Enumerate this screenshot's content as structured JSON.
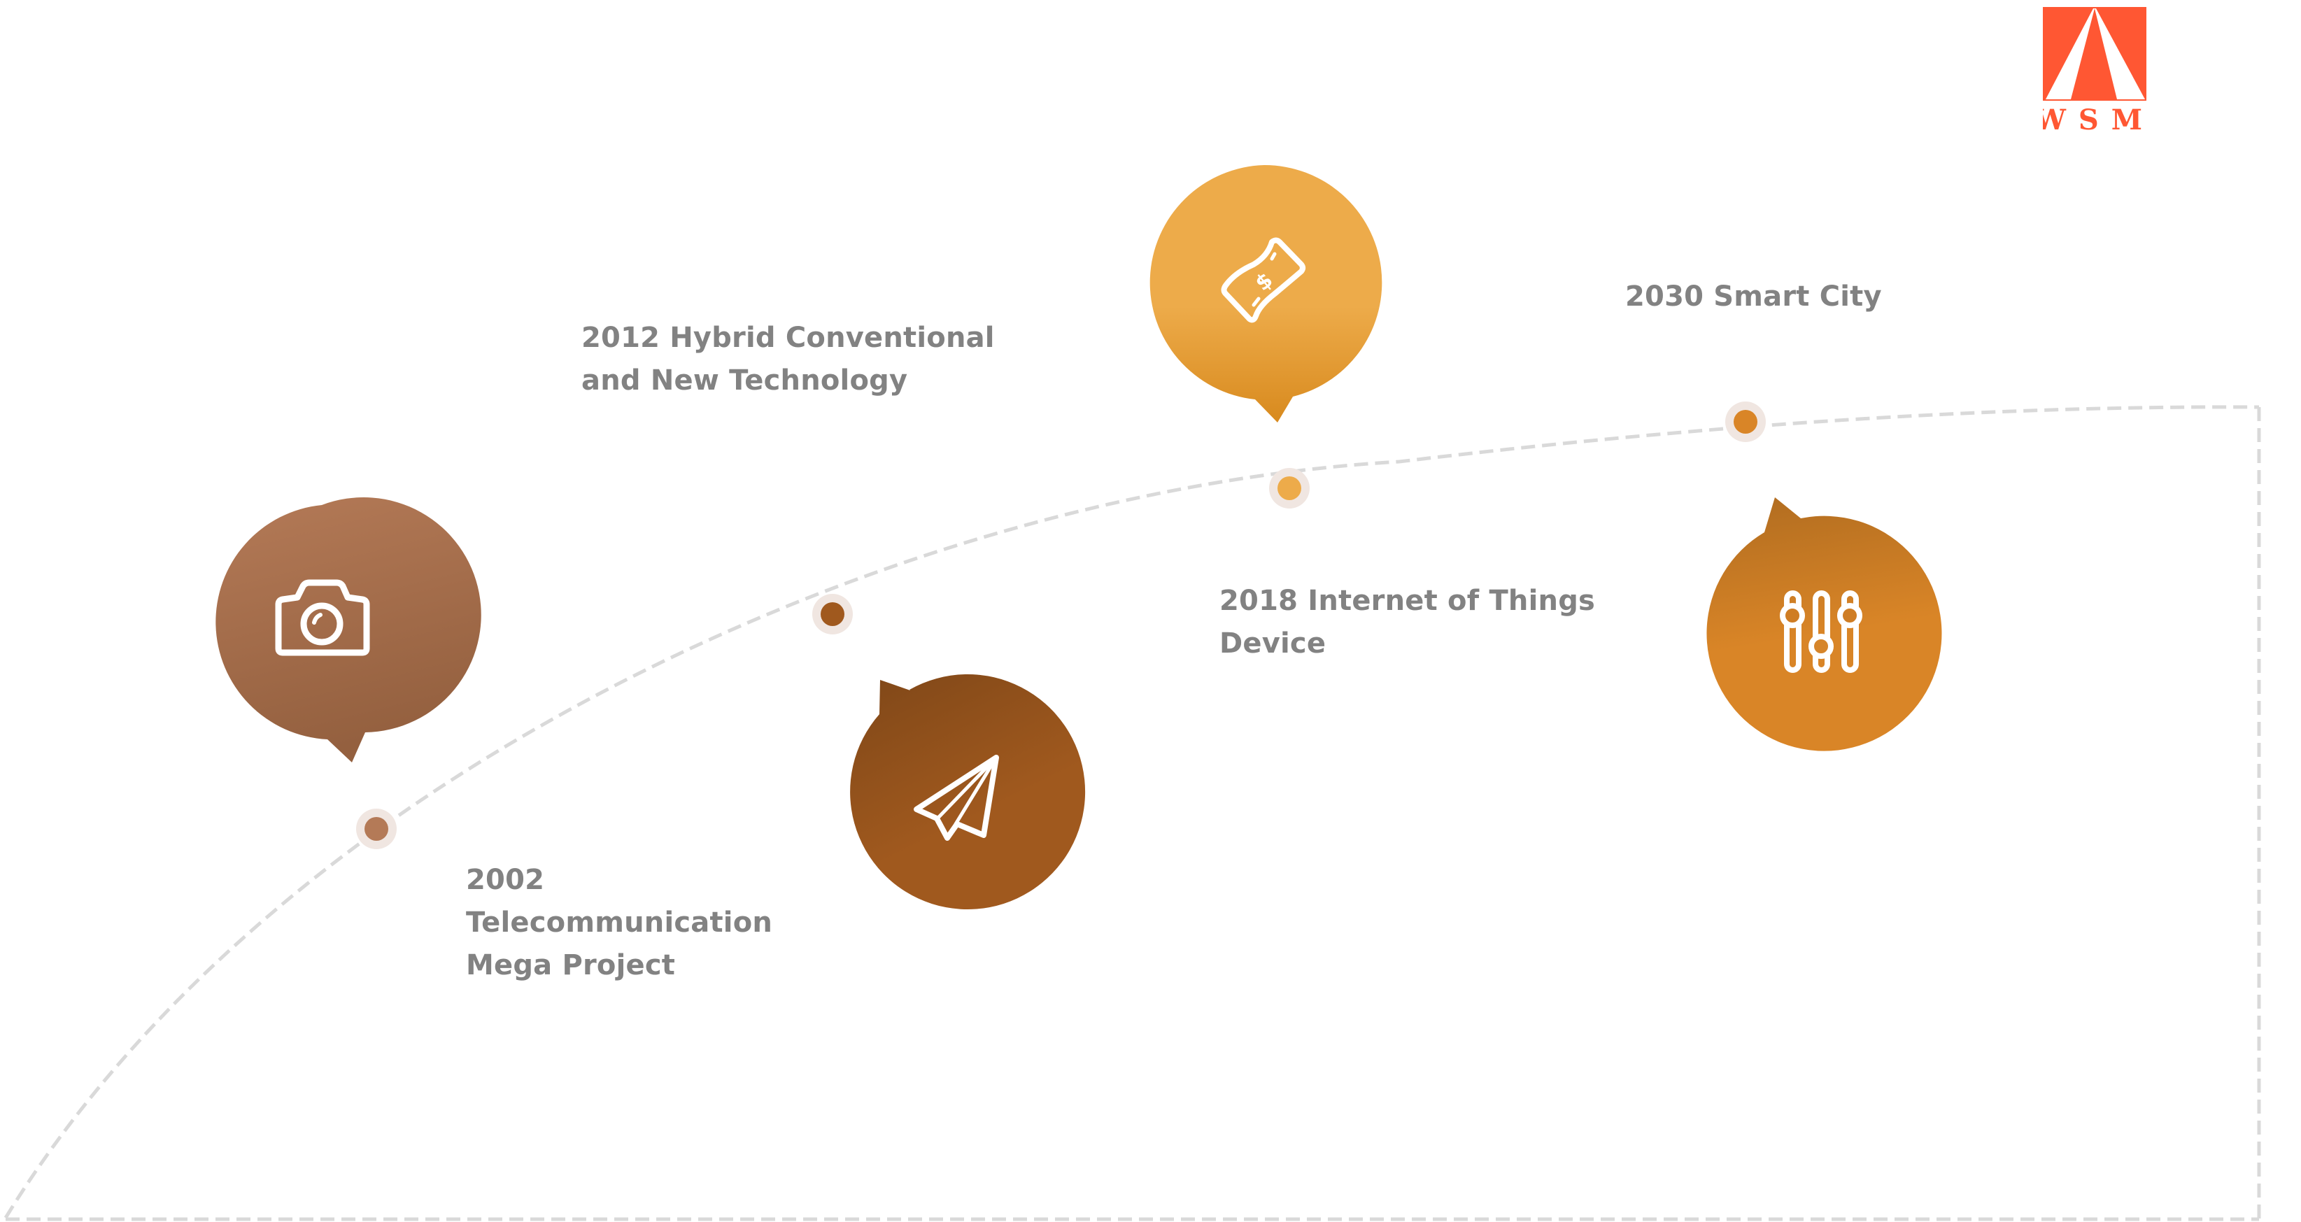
{
  "brand": {
    "logo_text": "WSM",
    "logo_color": "#FF5733"
  },
  "timeline": {
    "line_color": "#D9D9D9",
    "halo_color": "#F0E6E1",
    "milestones": [
      {
        "year": "2002",
        "lines": [
          "2002",
          "Telecommunication",
          "Mega Project"
        ],
        "icon": "camera-icon",
        "color_top": "#B47A57",
        "color_bottom": "#94603F",
        "dot_color": "#B47A57"
      },
      {
        "year": "2012",
        "lines": [
          "2012 Hybrid Conventional",
          "and New Technology"
        ],
        "icon": "paper-plane-icon",
        "color_top": "#7F4718",
        "color_bottom": "#A0591E",
        "dot_color": "#A0591E"
      },
      {
        "year": "2018",
        "lines": [
          "2018 Internet of Things",
          "Device"
        ],
        "icon": "money-bill-icon",
        "color_top": "#EDAB4A",
        "color_bottom": "#D88A1E",
        "dot_color": "#EDAB4A"
      },
      {
        "year": "2030",
        "lines": [
          "2030 Smart City"
        ],
        "icon": "sliders-icon",
        "color_top": "#B06C20",
        "color_bottom": "#D98527",
        "dot_color": "#D98527"
      }
    ]
  }
}
